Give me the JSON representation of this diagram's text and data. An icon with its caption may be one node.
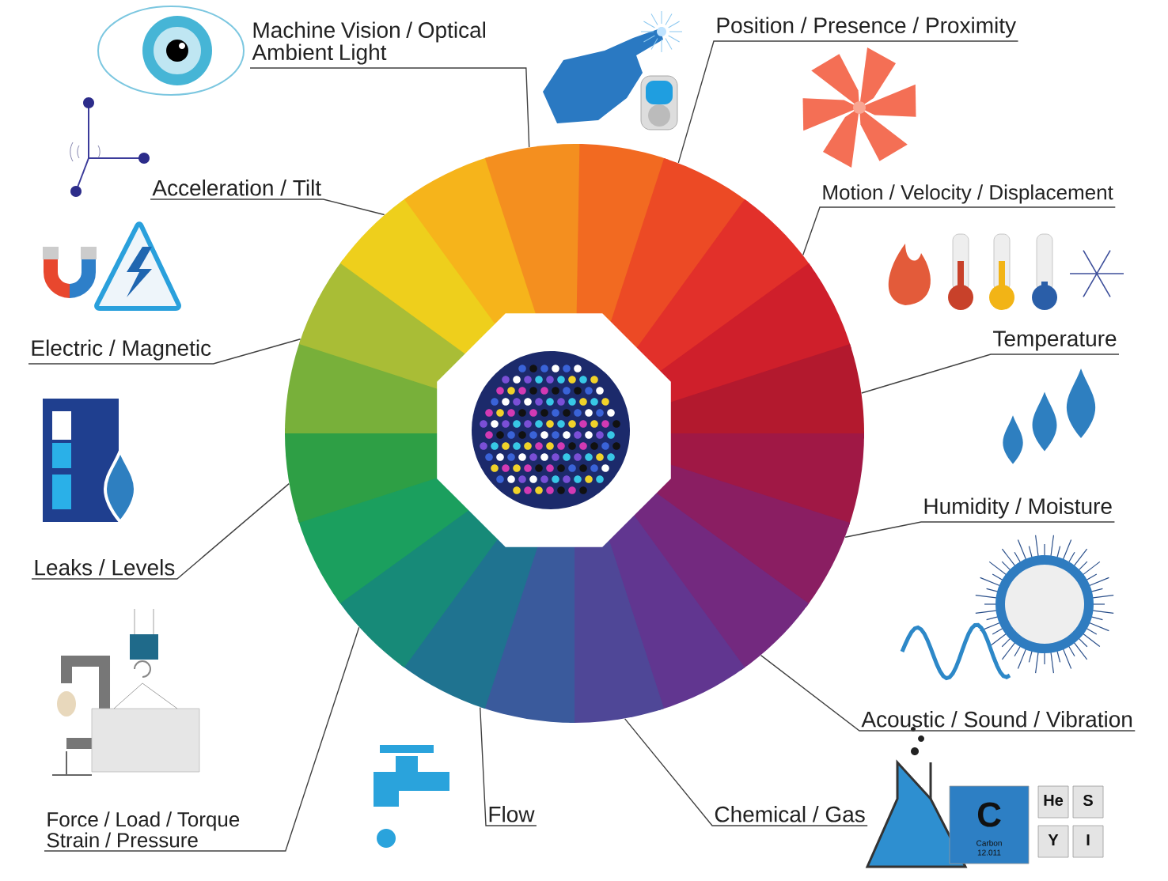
{
  "diagram": {
    "nodes": [
      {
        "text": [
          "Machine Vision / Optical Ambient Light"
        ]
      },
      {
        "text": [
          "Position / Presence / Proximity"
        ]
      },
      {
        "text": [
          "Acceleration / Tilt"
        ]
      },
      {
        "text": [
          "Motion / Velocity / Displacement"
        ]
      },
      {
        "text": [
          "Temperature"
        ]
      },
      {
        "text": [
          "Electric / Magnetic"
        ]
      },
      {
        "text": [
          "Leaks / Levels"
        ]
      },
      {
        "text": [
          "Humidity / Moisture"
        ]
      },
      {
        "text": [
          "Acoustic / Sound / Vibration"
        ]
      },
      {
        "text": [
          "Force / Load / Torque Strain / Pressure"
        ]
      },
      {
        "text": [
          "Flow"
        ]
      },
      {
        "text": [
          "Chemical / Gas"
        ]
      },
      {
        "text": [],
        "shape": "circle"
      }
    ],
    "edges": [
      {
        "from": 0,
        "to": 12,
        "arrow": "none"
      },
      {
        "from": 1,
        "to": 12,
        "arrow": "none"
      },
      {
        "from": 2,
        "to": 12,
        "arrow": "none"
      },
      {
        "from": 3,
        "to": 12,
        "arrow": "none"
      },
      {
        "from": 4,
        "to": 12,
        "arrow": "none"
      },
      {
        "from": 5,
        "to": 12,
        "arrow": "none"
      },
      {
        "from": 6,
        "to": 12,
        "arrow": "none"
      },
      {
        "from": 7,
        "to": 12,
        "arrow": "none"
      },
      {
        "from": 8,
        "to": 12,
        "arrow": "none"
      },
      {
        "from": 9,
        "to": 12,
        "arrow": "none"
      },
      {
        "from": 10,
        "to": 12,
        "arrow": "none"
      },
      {
        "from": 11,
        "to": 12,
        "arrow": "none"
      }
    ],
    "labels": [
      "C",
      "Carbon",
      "12.011",
      "He",
      "S",
      "Y",
      "I"
    ]
  }
}
